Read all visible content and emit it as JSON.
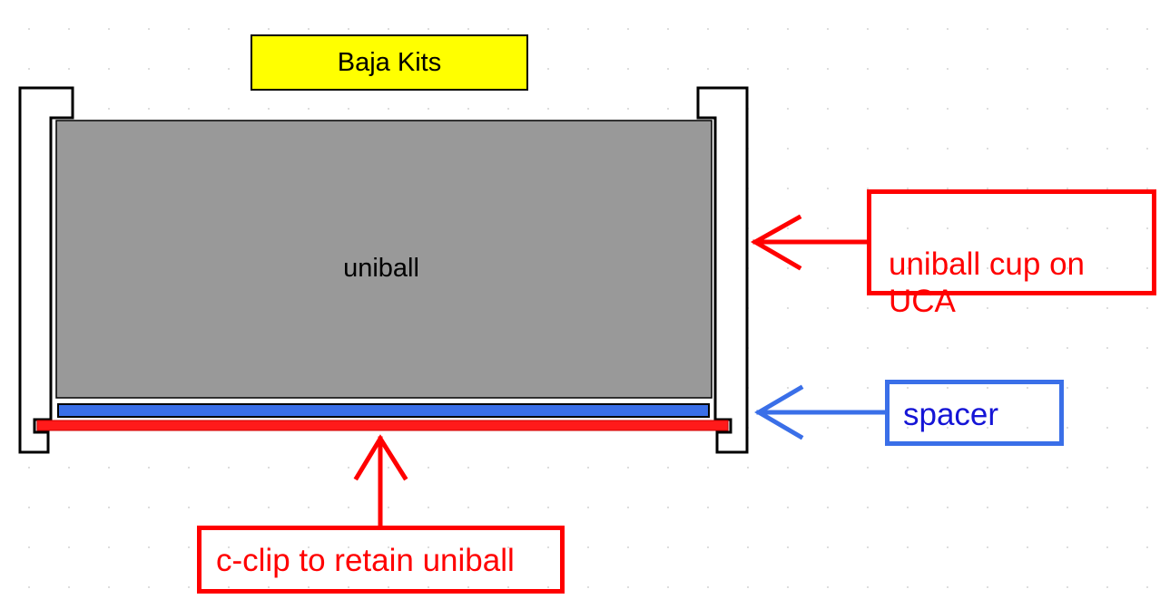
{
  "title": "Baja Kits",
  "parts": {
    "uniball": "uniball"
  },
  "callouts": {
    "cup": "uniball cup on\nUCA",
    "spacer": "spacer",
    "clip": "c-clip to retain uniball"
  },
  "colors": {
    "title_fill": "#ffff00",
    "uniball_fill": "#999999",
    "spacer_fill": "#3a6fe8",
    "clip_fill": "#ff1a1a",
    "callout_red": "#ff0000",
    "callout_blue": "#3a6fe8",
    "spacer_text": "#1515d6"
  }
}
